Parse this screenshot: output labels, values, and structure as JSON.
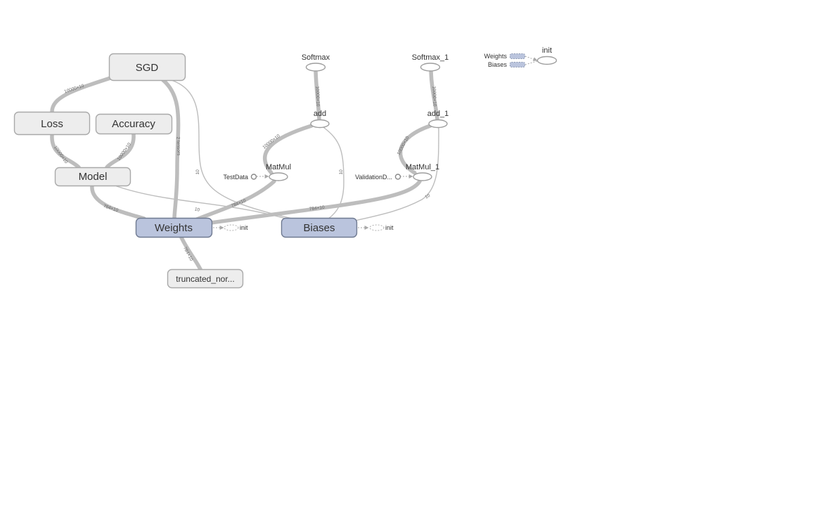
{
  "graph": {
    "groups": {
      "sgd": "SGD",
      "loss": "Loss",
      "accuracy": "Accuracy",
      "model": "Model",
      "weights": "Weights",
      "biases": "Biases",
      "truncated": "truncated_nor..."
    },
    "ops": {
      "softmax": "Softmax",
      "softmax_1": "Softmax_1",
      "add": "add",
      "add_1": "add_1",
      "matmul": "MatMul",
      "matmul_1": "MatMul_1",
      "testdata": "TestData",
      "validation": "ValidationD...",
      "weights_init": "init",
      "biases_init": "init"
    },
    "edge_labels": {
      "sgd_loss": "10000×10",
      "sgd_weights": "2 tensors",
      "sgd_biases": "10",
      "loss_model": "10000×10",
      "accuracy_model": "10000×10",
      "model_weights": "784×10",
      "model_biases": "10",
      "softmax_add": "10000×10",
      "softmax1_add1": "10000×10",
      "add_matmul": "10000×10",
      "add1_matmul1": "10000×10",
      "add_biases": "10",
      "add1_biases": "10",
      "matmul_weights": "784×10",
      "matmul1_weights": "784×10",
      "weights_truncated": "784×10"
    },
    "legend": {
      "weights": "Weights",
      "biases": "Biases",
      "init": "init"
    }
  }
}
